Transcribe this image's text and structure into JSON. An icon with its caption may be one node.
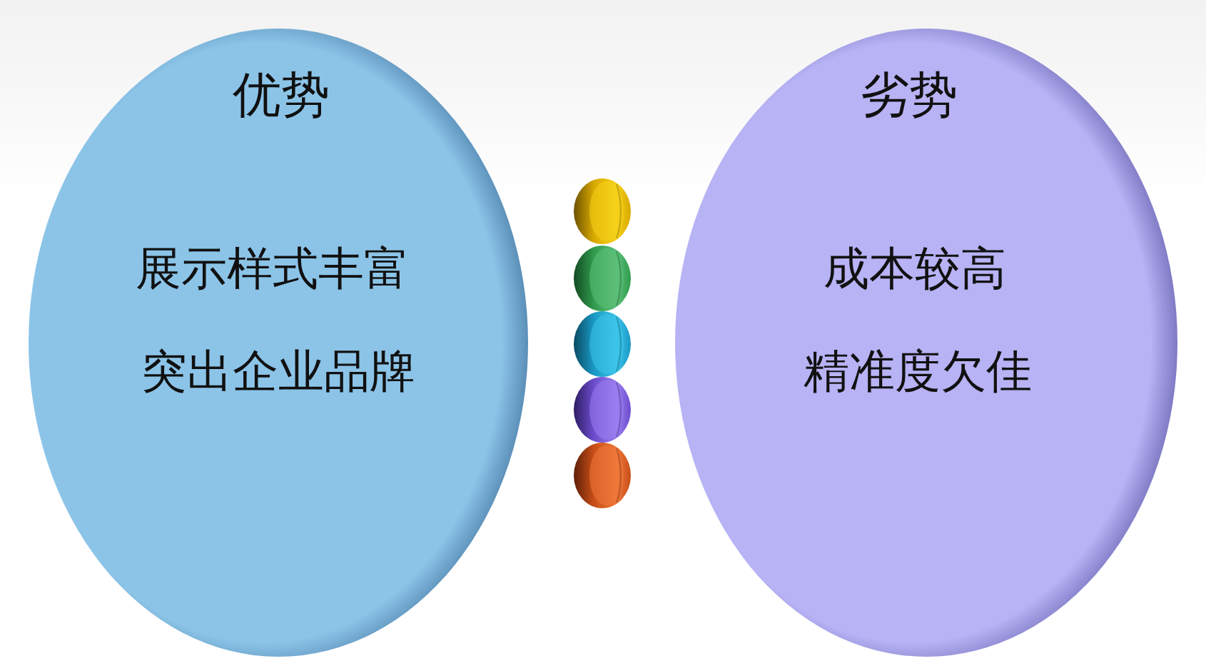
{
  "diagram": {
    "nodes": [
      {
        "text": [
          "优势",
          "展示样式丰富",
          "突出企业品牌"
        ]
      },
      {
        "text": [],
        "shape": "circle"
      },
      {
        "text": [],
        "shape": "circle"
      },
      {
        "text": [],
        "shape": "circle"
      },
      {
        "text": [],
        "shape": "circle"
      },
      {
        "text": [],
        "shape": "circle"
      },
      {
        "text": [
          "劣势",
          "成本较高",
          "精准度欠佳"
        ]
      }
    ]
  }
}
